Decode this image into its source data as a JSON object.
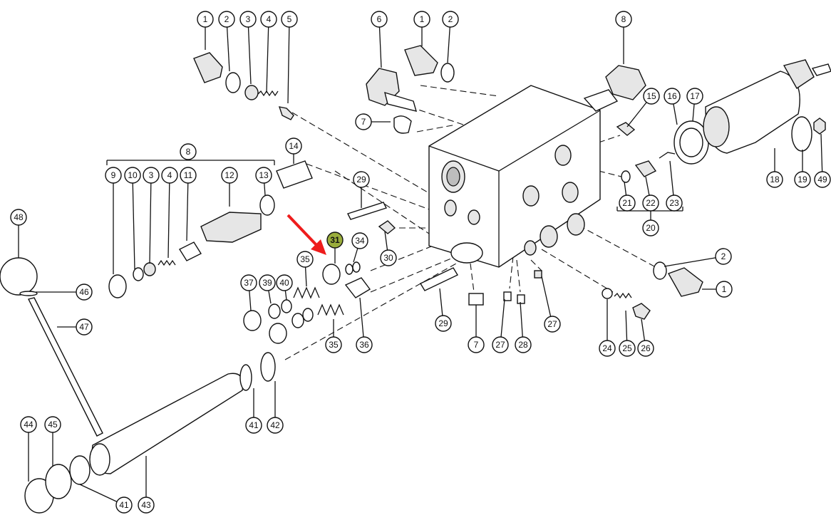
{
  "callouts": [
    {
      "label": "1"
    },
    {
      "label": "2"
    },
    {
      "label": "3"
    },
    {
      "label": "4"
    },
    {
      "label": "5"
    },
    {
      "label": "6"
    },
    {
      "label": "1"
    },
    {
      "label": "2"
    },
    {
      "label": "8"
    },
    {
      "label": "7"
    },
    {
      "label": "15"
    },
    {
      "label": "16"
    },
    {
      "label": "17"
    },
    {
      "label": "14"
    },
    {
      "label": "8"
    },
    {
      "label": "9"
    },
    {
      "label": "10"
    },
    {
      "label": "3"
    },
    {
      "label": "4"
    },
    {
      "label": "11"
    },
    {
      "label": "12"
    },
    {
      "label": "13"
    },
    {
      "label": "29"
    },
    {
      "label": "31",
      "highlight": true
    },
    {
      "label": "34"
    },
    {
      "label": "30"
    },
    {
      "label": "35"
    },
    {
      "label": "37"
    },
    {
      "label": "39"
    },
    {
      "label": "40"
    },
    {
      "label": "35"
    },
    {
      "label": "36"
    },
    {
      "label": "29"
    },
    {
      "label": "7"
    },
    {
      "label": "27"
    },
    {
      "label": "28"
    },
    {
      "label": "27"
    },
    {
      "label": "24"
    },
    {
      "label": "25"
    },
    {
      "label": "26"
    },
    {
      "label": "21"
    },
    {
      "label": "22"
    },
    {
      "label": "23"
    },
    {
      "label": "20"
    },
    {
      "label": "18"
    },
    {
      "label": "19"
    },
    {
      "label": "49"
    },
    {
      "label": "2"
    },
    {
      "label": "1"
    },
    {
      "label": "48"
    },
    {
      "label": "46"
    },
    {
      "label": "47"
    },
    {
      "label": "44"
    },
    {
      "label": "45"
    },
    {
      "label": "41"
    },
    {
      "label": "43"
    },
    {
      "label": "41"
    },
    {
      "label": "42"
    }
  ],
  "colors": {
    "line": "#111111",
    "highlight": "#9aad3c",
    "arrow": "#ee1c1c"
  },
  "pointer": {
    "type": "arrow",
    "target_label": "31"
  }
}
